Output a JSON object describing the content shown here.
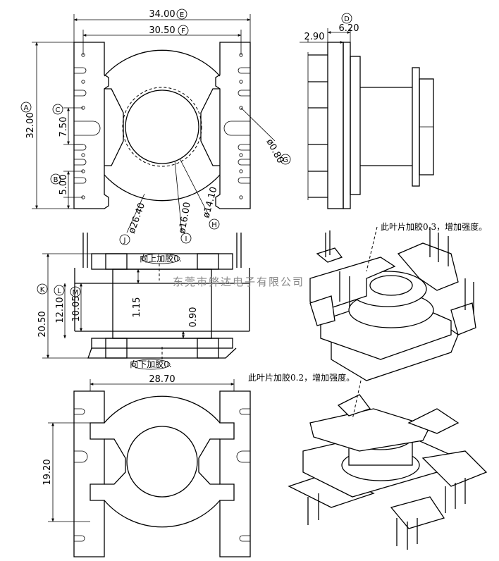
{
  "top_view": {
    "dims": {
      "width_overall": "34.00",
      "width_pins": "30.50",
      "height_overall": "32.00",
      "pitch_large": "7.50",
      "pitch_small": "5.00",
      "pin_hole": "ø0.80",
      "outer_dia": "ø26.40",
      "core_dia": "ø16.00",
      "inner_dia": "ø14.10"
    },
    "circle_labels": {
      "A": "A",
      "B": "B",
      "C": "C",
      "E": "E",
      "F": "F",
      "G": "G",
      "H": "H",
      "I": "I",
      "J": "J"
    }
  },
  "side_view": {
    "dims": {
      "width_small": "2.90",
      "width_total": "6.20"
    },
    "circle_labels": {
      "D": "D"
    }
  },
  "front_view": {
    "dims": {
      "height_total": "20.50",
      "height_mid": "12.10",
      "height_inner": "10.05",
      "flange_top": "1.15",
      "flange_bottom": "0.90"
    },
    "circle_labels": {
      "K": "K",
      "L": "L",
      "M": "M"
    },
    "notes": {
      "top_glue": "向上加胶0.",
      "bottom_glue": "向下加胶0."
    }
  },
  "bottom_view": {
    "dims": {
      "width": "28.70",
      "height": "19.20"
    }
  },
  "iso_notes": {
    "upper": "此叶片加胶0.3，增加强度。",
    "lower": "此叶片加胶0.2，增加强度。"
  },
  "watermark": "东莞市弊达电子有限公司"
}
